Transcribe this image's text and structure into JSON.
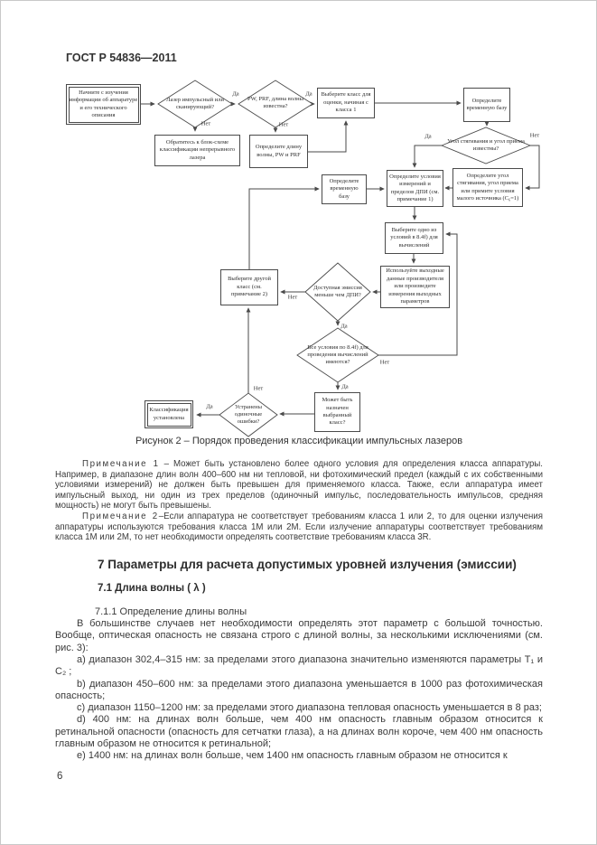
{
  "page": {
    "header": "ГОСТ Р 54836—2011",
    "number": "6"
  },
  "figure": {
    "caption": "Рисунок 2 – Порядок проведения классификации импульсных лазеров",
    "labels": {
      "yes": "Да",
      "no": "Нет"
    },
    "nodes": {
      "start": "Начните с изучения информации об аппаратуре и его технического описания",
      "d_pulse": "Лазер импульсный или сканирующий?",
      "b_cw": "Обратитесь к блок-схеме классификации непрерывного лазера",
      "d_known": "PW, PRF, длина волны известна?",
      "b_wl": "Определите длину волны, PW и PRF",
      "b_class1": "Выберите класс для оценки, начиная с класса 1",
      "b_tb1": "Определите временную базу",
      "d_angle": "Угол стягивания и угол приема известны?",
      "b_tb2": "Определите временную базу",
      "b_cond": "Определите условия измерений и пределов ДПИ (см. примечание 1)",
      "b_angle": "Определите угол стягивания, угол приема или примите условия малого источника (С₆=1)",
      "b_choice": "Выберите одно из условий в 8.4f) для вычислений",
      "b_use": "Используйте выходные данные производителя или произведите измерения выходных параметров",
      "d_dpi": "Доступная эмиссия меньше чем ДПИ?",
      "b_other": "Выберите другой класс (см. примечание 2)",
      "d_allcond": "Все условия по 8.4f) для проведения вычислений имеются?",
      "b_assign": "Может быть назначен выбранный класс?",
      "d_fail": "Устранены одиночные ошибки?",
      "b_done": "Классификация установлена"
    }
  },
  "content": {
    "note1": {
      "label": "Примечание 1",
      "text": "– Может быть установлено более одного условия для определения класса аппаратуры. Например, в диапазоне длин волн 400–600 нм ни тепловой, ни фотохимический предел (каждый с их собственными условиями измерений) не должен быть превышен для применяемого класса. Также, если аппаратура имеет импульсный выход, ни один из трех пределов (одиночный импульс, последовательность импульсов, средняя мощность) не могут быть превышены."
    },
    "note2": {
      "label": "Примечание 2",
      "text": "–Если аппаратура не соответствует требованиям класса 1 или 2, то для оценки излучения аппаратуры используются требования класса 1М или 2М. Если излучение аппаратуры соответствует требованиям класса 1М или 2М, то нет необходимости определять соответствие требованиям класса 3R."
    },
    "section": {
      "h2": "7 Параметры для расчета допустимых уровней излучения (эмиссии)",
      "h3": "7.1 Длина волны ( λ )",
      "h4": "7.1.1 Определение длины волны",
      "intro": "В большинстве случаев нет необходимости определять этот параметр с большой точностью. Вообще, оптическая опасность не связана строго с длиной волны, за несколькими исключениями (см. рис. 3):",
      "items": [
        "a) диапазон 302,4–315 нм: за пределами этого диапазона значительно изменяются параметры Т₁ и С₂ ;",
        "b) диапазон 450–600 нм: за пределами этого диапазона уменьшается в 1000 раз фотохимическая опасность;",
        "c) диапазон 1150–1200 нм: за пределами этого диапазона тепловая опасность уменьшается в 8 раз;",
        "d) 400 нм: на длинах волн больше, чем 400 нм опасность главным образом относится к ретинальной опасности (опасность для сетчатки глаза), а на длинах волн короче, чем 400 нм опасность главным образом не относится к ретинальной;",
        "e) 1400 нм: на длинах волн больше, чем 1400 нм опасность главным образом не относится к"
      ]
    }
  }
}
